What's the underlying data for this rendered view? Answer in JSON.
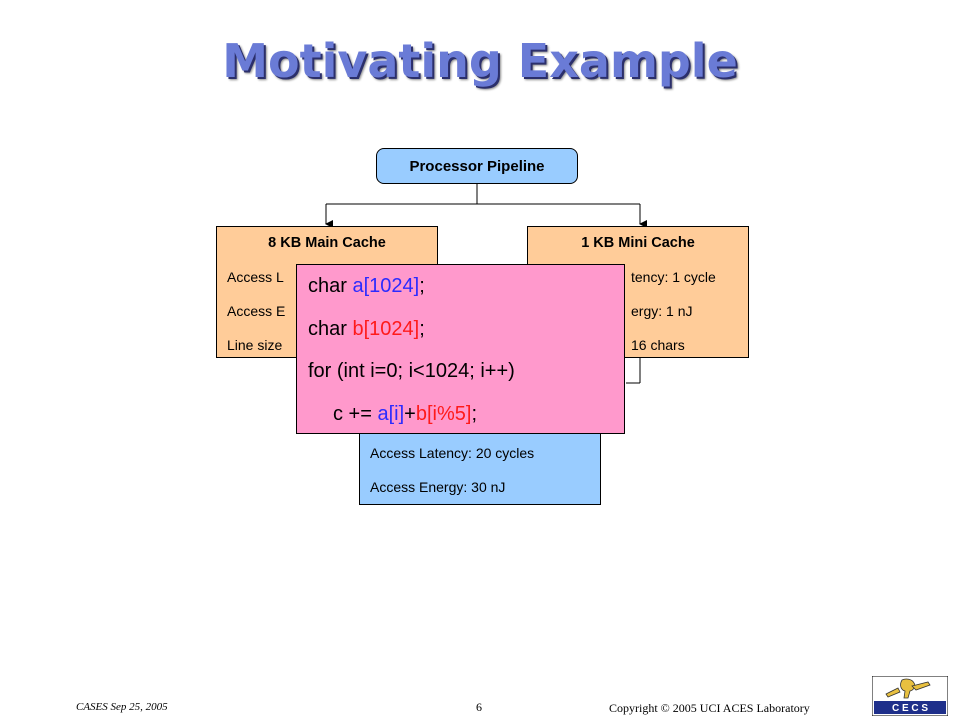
{
  "slide": {
    "title": "Motivating Example"
  },
  "diagram": {
    "pipeline": "Processor Pipeline",
    "main_cache": {
      "title": "8 KB Main Cache",
      "lines": [
        "Access L",
        "Access E",
        "Line size"
      ]
    },
    "mini_cache": {
      "title": "1 KB Mini Cache",
      "lines": [
        "tency: 1 cycle",
        "ergy: 1 nJ",
        "16 chars"
      ]
    },
    "memory": {
      "lines": [
        "Access Latency: 20 cycles",
        "Access Energy: 30 nJ"
      ]
    }
  },
  "code": {
    "line1": {
      "kw": "char ",
      "var": "a[1024]",
      "end": ";"
    },
    "line2": {
      "kw": "char ",
      "var": "b[1024]",
      "end": ";"
    },
    "line3": "for (int i=0; i<1024; i++)",
    "line4": {
      "pre": "c += ",
      "a": "a[i]",
      "plus": "+",
      "b": "b[i%5]",
      "end": ";"
    }
  },
  "footer": {
    "left": "CASES  Sep 25, 2005",
    "page": "6",
    "right": "Copyright © 2005  UCI ACES Laboratory",
    "logo_text": "C E C S"
  },
  "colors": {
    "pipeline_fill": "#99ccff",
    "cache_fill": "#ffcc99",
    "code_fill": "#ff99cc",
    "title": "#6a7bd6"
  }
}
